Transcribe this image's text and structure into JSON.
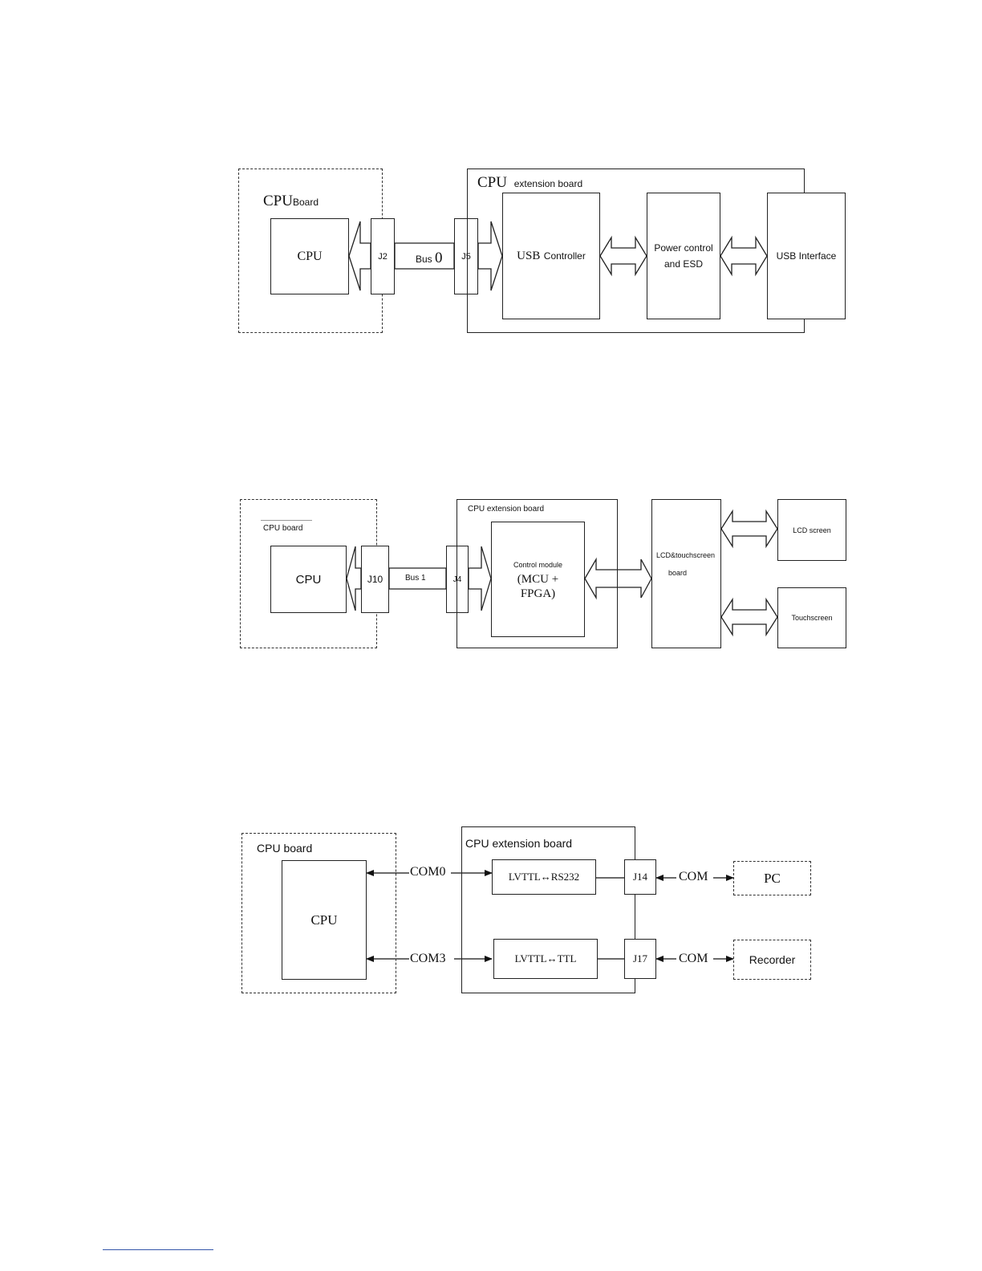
{
  "diagram1": {
    "cpu_board_title": "CPU",
    "cpu_board_title_small": "Board",
    "cpu": "CPU",
    "j2": "J2",
    "bus": "Bus",
    "bus_num": "0",
    "j5": "J5",
    "ext_board_title": "CPU",
    "ext_board_title_small": "extension board",
    "usb_controller_main": "USB",
    "usb_controller_small": "Controller",
    "power_line1": "Power control",
    "power_line2": "and ESD",
    "usb_interface": "USB Interface"
  },
  "diagram2": {
    "cpu_board_title": "CPU board",
    "cpu": "CPU",
    "j10": "J10",
    "bus": "Bus 1",
    "j4": "J4",
    "ext_board_title": "CPU extension board",
    "control_small": "Control module",
    "control_line1": "(MCU +",
    "control_line2": "FPGA)",
    "lcd_board_line1": "LCD&touchscreen",
    "lcd_board_line2": "board",
    "lcd_screen": "LCD screen",
    "touchscreen": "Touchscreen"
  },
  "diagram3": {
    "cpu_board_title": "CPU board",
    "cpu": "CPU",
    "com0": "COM0",
    "com3": "COM3",
    "ext_board_title": "CPU extension board",
    "conv1": "LVTTL↔RS232",
    "conv2": "LVTTL↔TTL",
    "j14": "J14",
    "j17": "J17",
    "com_top": "COM",
    "com_bottom": "COM",
    "pc": "PC",
    "recorder": "Recorder"
  }
}
